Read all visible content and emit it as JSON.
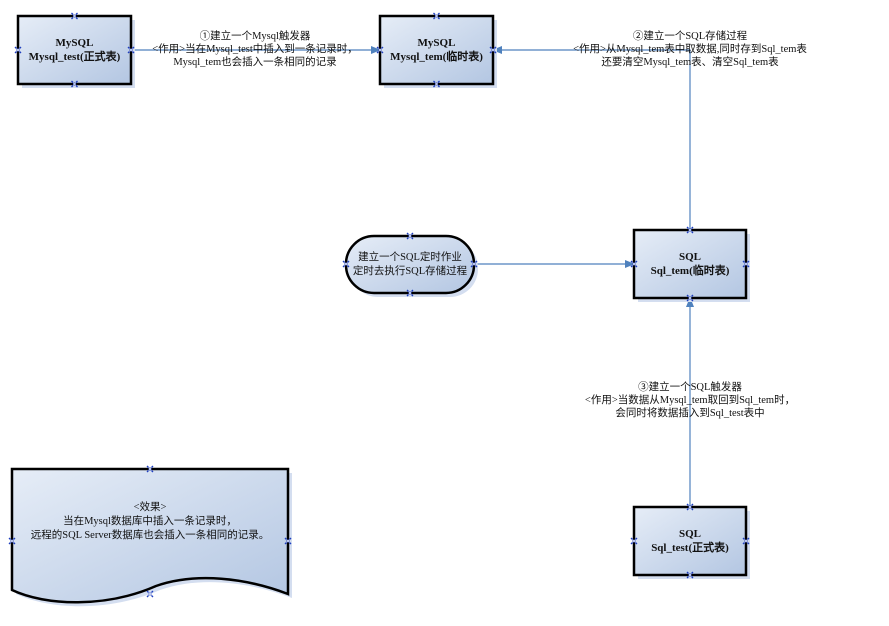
{
  "diagram": {
    "nodes": {
      "mysql_test": {
        "line1": "MySQL",
        "line2": "Mysql_test(正式表)"
      },
      "mysql_tem": {
        "line1": "MySQL",
        "line2": "Mysql_tem(临时表)"
      },
      "sql_job": {
        "line1": "建立一个SQL定时作业",
        "line2": "定时去执行SQL存储过程"
      },
      "sql_tem": {
        "line1": "SQL",
        "line2": "Sql_tem(临时表)"
      },
      "sql_test": {
        "line1": "SQL",
        "line2": "Sql_test(正式表)"
      },
      "effect": {
        "line1": "<效果>",
        "line2": "当在Mysql数据库中插入一条记录时，",
        "line3": "远程的SQL Server数据库也会插入一条相同的记录。"
      }
    },
    "edges": [
      {
        "from": "mysql_test",
        "to": "mysql_tem",
        "label": {
          "line1": "①建立一个Mysql触发器",
          "line2": "<作用>当在Mysql_test中插入到一条记录时，",
          "line3": "Mysql_tem也会插入一条相同的记录"
        }
      },
      {
        "from": "sql_tem",
        "to": "mysql_tem",
        "label": {
          "line1": "②建立一个SQL存储过程",
          "line2": "<作用>从Mysql_tem表中取数据,同时存到Sql_tem表",
          "line3": "还要清空Mysql_tem表、清空Sql_tem表"
        }
      },
      {
        "from": "sql_job",
        "to": "sql_tem",
        "label": null
      },
      {
        "from": "sql_test",
        "to": "sql_tem",
        "label": {
          "line1": "③建立一个SQL触发器",
          "line2": "<作用>当数据从Mysql_tem取回到Sql_tem时，",
          "line3": "会同时将数据插入到Sql_test表中"
        }
      }
    ],
    "colors": {
      "fill_light": "#e6edf7",
      "fill_dark": "#b3c6e2",
      "shadow": "#d4def0",
      "border": "#000000",
      "arrow": "#4f81bd",
      "handle": "#1f3fbf"
    }
  }
}
